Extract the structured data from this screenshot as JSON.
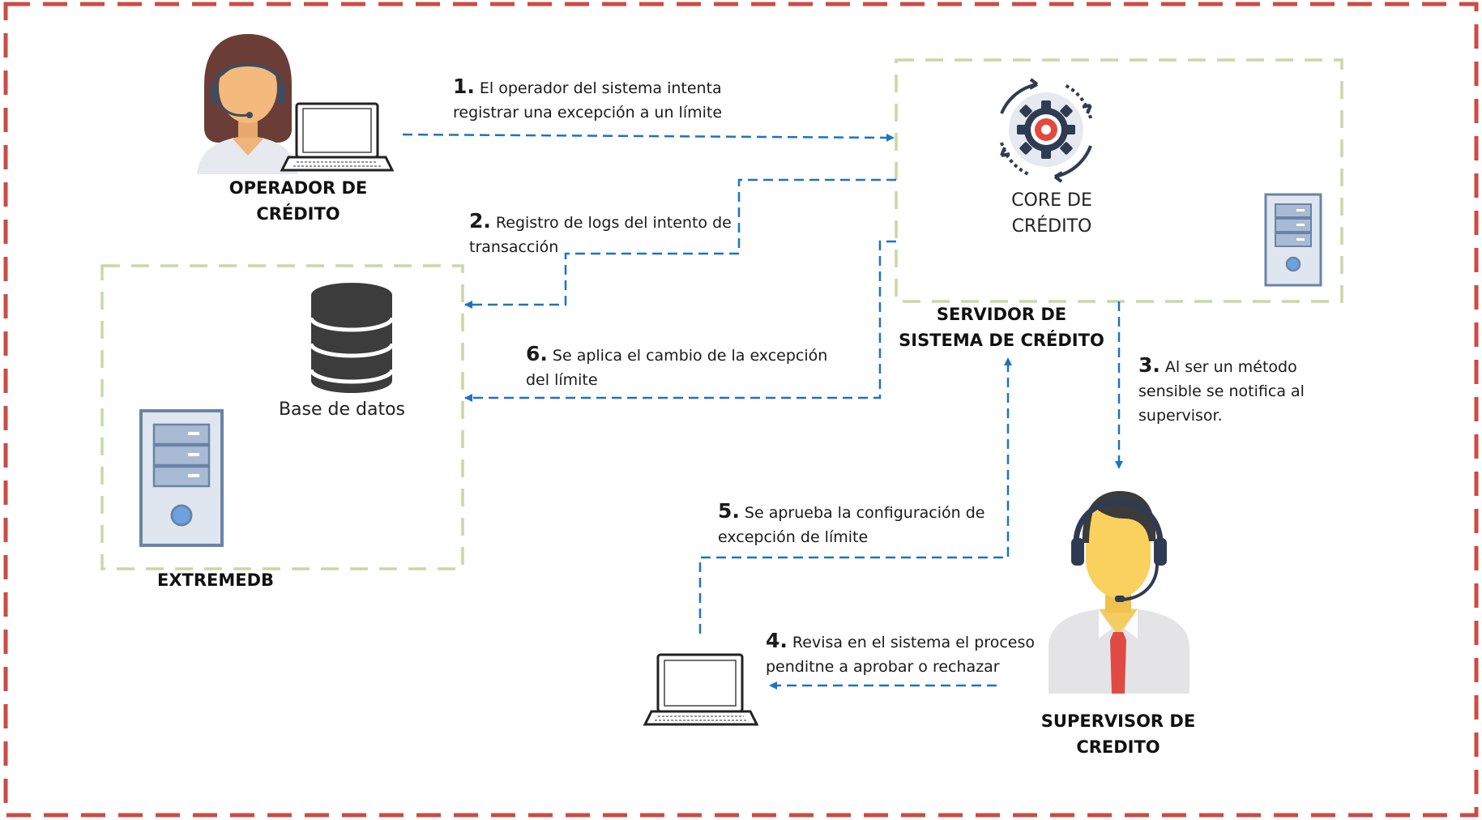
{
  "actors": {
    "operator": {
      "title": "OPERADOR DE\nCRÉDITO",
      "icon": "female-operator-headset-icon"
    },
    "supervisor": {
      "title": "SUPERVISOR DE\nCREDITO",
      "icon": "male-supervisor-headset-icon"
    }
  },
  "nodes": {
    "core": {
      "caption": "CORE DE\nCRÉDITO",
      "icon": "gear-process-icon"
    },
    "server": {
      "title": "SERVIDOR DE\nSISTEMA DE CRÉDITO"
    },
    "database": {
      "caption": "Base de datos",
      "icon": "database-icon"
    },
    "extremedb": {
      "title": "EXTREMEDB"
    }
  },
  "steps": [
    {
      "num": "1.",
      "text": "El operador del sistema intenta\nregistrar una excepción a un límite"
    },
    {
      "num": "2.",
      "text": "Registro de logs del intento de\ntransacción"
    },
    {
      "num": "3.",
      "text": "Al ser un método\nsensible se notifica al\nsupervisor."
    },
    {
      "num": "4.",
      "text": "Revisa en el sistema el proceso\npenditne a aprobar o rechazar"
    },
    {
      "num": "5.",
      "text": "Se aprueba la configuración de\nexcepción de límite"
    },
    {
      "num": "6.",
      "text": "Se aplica el cambio de la excepción\ndel límite"
    }
  ],
  "colors": {
    "outer_border": "#cc4b43",
    "group_border": "#c6d9a6",
    "arrow": "#1e73c0",
    "server_fill": "#dfe6ef",
    "server_stroke": "#6a84a6",
    "server_bay": "#a9bbd4",
    "server_led": "#6aa3dd",
    "db_dark": "#3c3c3c"
  }
}
